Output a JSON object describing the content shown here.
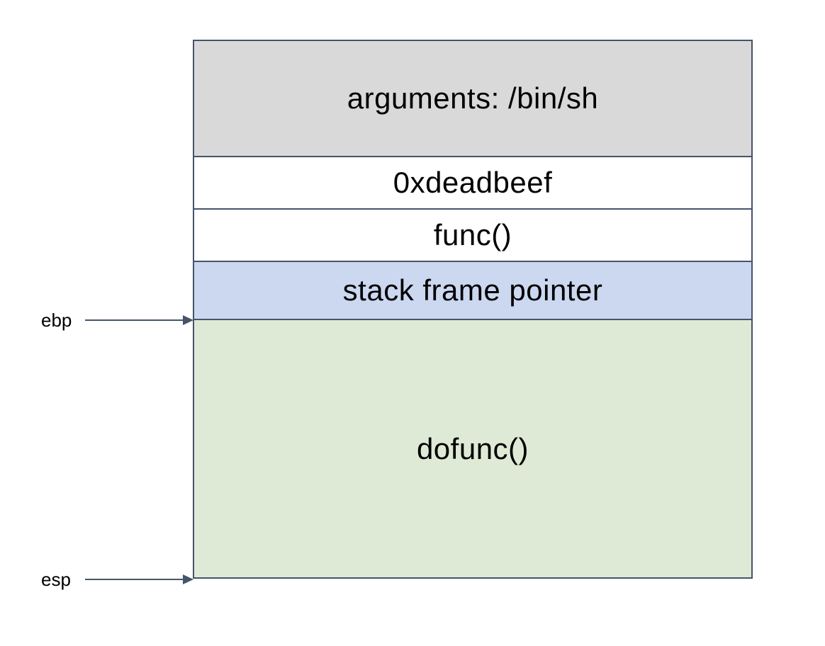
{
  "stack": {
    "rows": [
      {
        "label": "arguments: /bin/sh",
        "fill": "#d9d9d9"
      },
      {
        "label": "0xdeadbeef",
        "fill": "#ffffff"
      },
      {
        "label": "func()",
        "fill": "#ffffff"
      },
      {
        "label": "stack frame pointer",
        "fill": "#ccd8f0"
      },
      {
        "label": "dofunc()",
        "fill": "#dfead6"
      }
    ]
  },
  "registers": {
    "ebp": "ebp",
    "esp": "esp"
  },
  "colors": {
    "border": "#44546a",
    "arrow": "#44546a"
  }
}
